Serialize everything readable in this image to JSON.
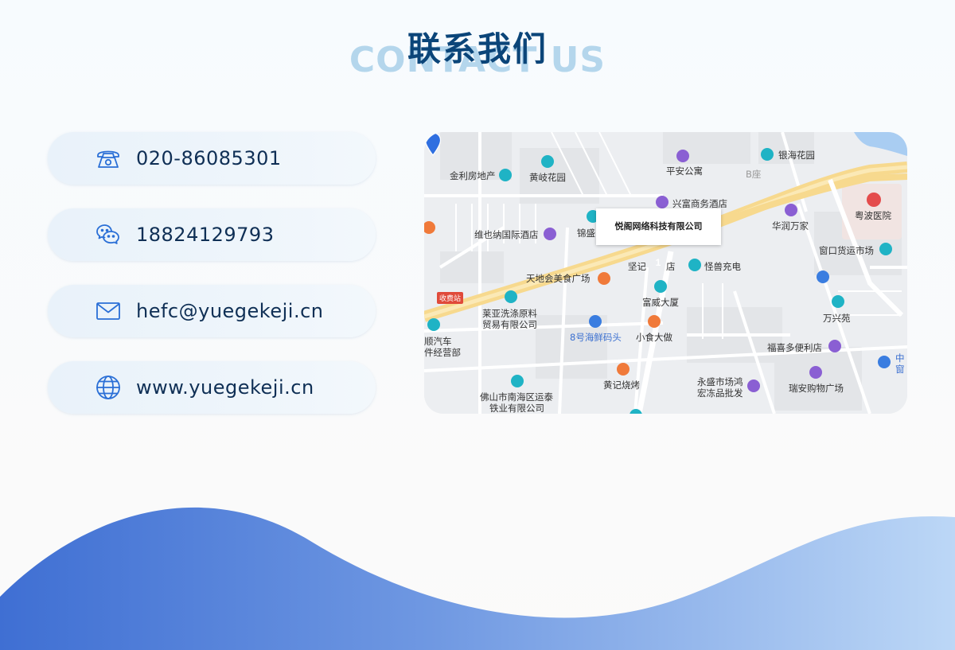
{
  "header": {
    "title_cn": "联系我们",
    "title_en": "CONTACT US"
  },
  "contacts": [
    {
      "icon": "phone-icon",
      "text": "020-86085301"
    },
    {
      "icon": "wechat-icon",
      "text": "18824129793"
    },
    {
      "icon": "mail-icon",
      "text": "hefc@yuegekeji.cn"
    },
    {
      "icon": "globe-icon",
      "text": "www.yuegekeji.cn"
    }
  ],
  "map": {
    "popup": "悦阁网络科技有限公司",
    "marker_number": "1",
    "toll_label": "收费站",
    "pois": [
      "金利房地产",
      "黄岐花园",
      "平安公寓",
      "B座",
      "银海花园",
      "兴富商务酒店",
      "粤波医院",
      "华润万家",
      "维也纳国际酒店",
      "锦盛",
      "窗口货运市场",
      "坚记",
      "店",
      "怪兽充电",
      "天地会美食广场",
      "富威大厦",
      "万兴苑",
      "莱亚洗涤原料",
      "贸易有限公司",
      "8号海鲜码头",
      "小食大做",
      "顺汽车",
      "件经营部",
      "福喜多便利店",
      "中",
      "窗",
      "黄记烧烤",
      "永盛市场鸿",
      "宏冻品批发",
      "瑞安购物广场",
      "佛山市南海区运泰",
      "铁业有限公司"
    ]
  },
  "colors": {
    "title": "#0b4579",
    "title_en": "#a9d0ea",
    "wave_dark": "#3f6fd3",
    "wave_light": "#bcd7f6",
    "icon_blue": "#2a6fd6"
  }
}
